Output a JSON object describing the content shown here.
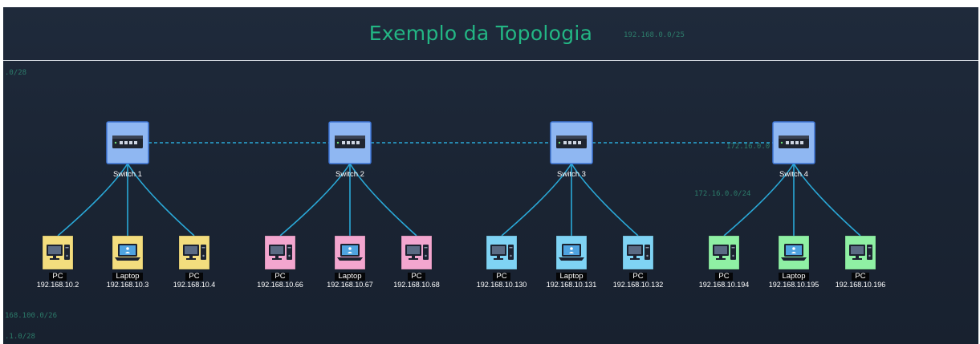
{
  "title": "Exemplo da Topologia",
  "colors": {
    "title": "#23b684",
    "link": "#2aa9d8",
    "switch_fill": "#8fb7f2",
    "switch_border": "#3f77d8",
    "group_1": "#f3dd7e",
    "group_2": "#f3a6cf",
    "group_3": "#7fd3f4",
    "group_4": "#8ff0a4"
  },
  "bg_labels": [
    "192.168.0.0/25",
    ".0/28",
    "172.16.0.0",
    "172.16.0.0/24",
    "168.100.0/26",
    ".1.0/28"
  ],
  "switches": [
    {
      "label": "Switch 1",
      "icon": "network-switch-icon"
    },
    {
      "label": "Switch 2",
      "icon": "network-switch-icon"
    },
    {
      "label": "Switch 3",
      "icon": "network-switch-icon"
    },
    {
      "label": "Switch 4",
      "icon": "network-switch-icon"
    }
  ],
  "devices": [
    {
      "type": "PC",
      "ip": "192.168.10.2",
      "icon": "desktop-pc-icon",
      "group": 1
    },
    {
      "type": "Laptop",
      "ip": "192.168.10.3",
      "icon": "laptop-icon",
      "group": 1
    },
    {
      "type": "PC",
      "ip": "192.168.10.4",
      "icon": "desktop-pc-icon",
      "group": 1
    },
    {
      "type": "PC",
      "ip": "192.168.10.66",
      "icon": "desktop-pc-icon",
      "group": 2
    },
    {
      "type": "Laptop",
      "ip": "192.168.10.67",
      "icon": "laptop-icon",
      "group": 2
    },
    {
      "type": "PC",
      "ip": "192.168.10.68",
      "icon": "desktop-pc-icon",
      "group": 2
    },
    {
      "type": "PC",
      "ip": "192.168.10.130",
      "icon": "desktop-pc-icon",
      "group": 3
    },
    {
      "type": "Laptop",
      "ip": "192.168.10.131",
      "icon": "laptop-icon",
      "group": 3
    },
    {
      "type": "PC",
      "ip": "192.168.10.132",
      "icon": "desktop-pc-icon",
      "group": 3
    },
    {
      "type": "PC",
      "ip": "192.168.10.194",
      "icon": "desktop-pc-icon",
      "group": 4
    },
    {
      "type": "Laptop",
      "ip": "192.168.10.195",
      "icon": "laptop-icon",
      "group": 4
    },
    {
      "type": "PC",
      "ip": "192.168.10.196",
      "icon": "desktop-pc-icon",
      "group": 4
    }
  ]
}
